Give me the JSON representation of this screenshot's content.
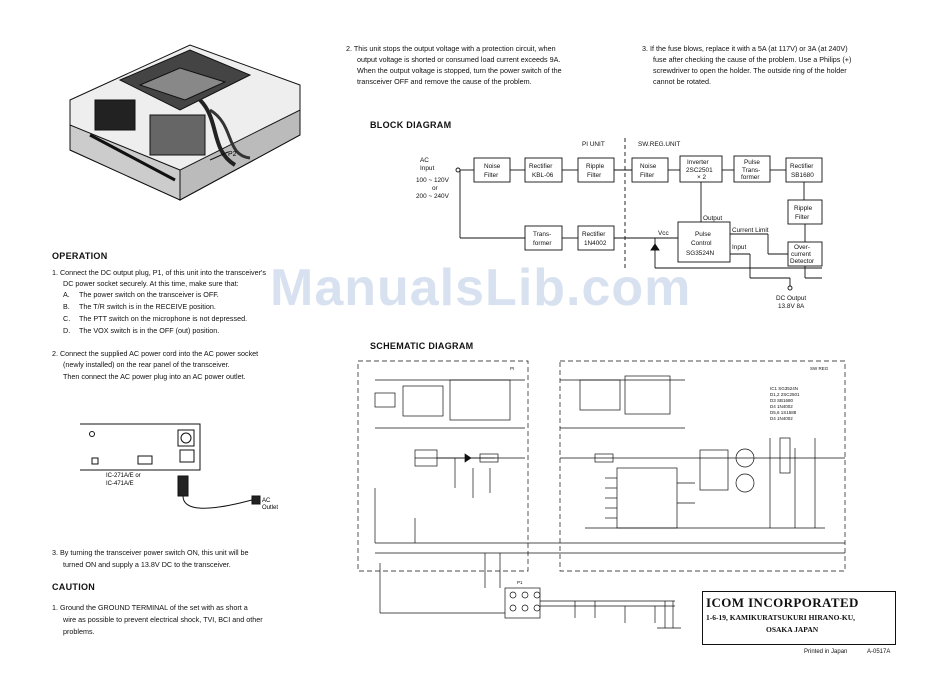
{
  "photo": {
    "label": "P2"
  },
  "operation": {
    "heading": "OPERATION",
    "step1_line1": "1.  Connect the DC output plug, P1, of this unit into the transceiver's",
    "step1_line2": "DC power socket securely.  At this time, make sure that:",
    "checks": [
      {
        "letter": "A.",
        "text": "The power switch on the transceiver is OFF."
      },
      {
        "letter": "B.",
        "text": "The T/R switch is in the RECEIVE position."
      },
      {
        "letter": "C.",
        "text": "The PTT switch on the microphone is not depressed."
      },
      {
        "letter": "D.",
        "text": "The VOX switch is in the OFF (out) position."
      }
    ],
    "step2_line1": "2.  Connect the supplied AC power cord into the AC power socket",
    "step2_line2": "(newly installed) on the rear panel of the transceiver.",
    "step2_line3": "Then connect the AC power plug into an AC power outlet.",
    "illus_model1": "IC-271A/E or",
    "illus_model2": "IC-471A/E",
    "illus_ac1": "AC",
    "illus_ac2": "Outlet",
    "step3_line1": "3.  By turning the transceiver power switch ON, this unit will be",
    "step3_line2": "turned ON and supply a 13.8V DC to the transceiver."
  },
  "caution": {
    "heading": "CAUTION",
    "line1": "1.  Ground the GROUND TERMINAL of the set with as short a",
    "line2": "wire as possible to prevent electrical shock, TVI, BCI and other",
    "line3": "problems.",
    "p2_line1": "2.  This unit stops the output voltage with a protection circuit, when",
    "p2_line2": "output voltage is shorted or consumed load current exceeds 9A.",
    "p2_line3": "When the output voltage is stopped, turn the power switch of the",
    "p2_line4": "transceiver OFF and remove the cause of the problem.",
    "p3_line1": "3.  If the fuse blows, replace it with a 5A (at 117V) or 3A (at 240V)",
    "p3_line2": "fuse after checking the cause of the problem.  Use a Philips (+)",
    "p3_line3": "screwdriver to open the holder.  The outside ring of the holder",
    "p3_line4": "cannot be rotated."
  },
  "block": {
    "heading": "BLOCK DIAGRAM",
    "pi_unit": "PI UNIT",
    "sw_unit": "SW.REG.UNIT",
    "ac_input": "AC",
    "ac_input2": "Input",
    "v1": "100 ~ 120V",
    "or": "or",
    "v2": "200 ~ 240V",
    "noise1a": "Noise",
    "noise1b": "Filter",
    "rect1a": "Rectifier",
    "rect1b": "KBL-06",
    "ripple1a": "Ripple",
    "ripple1b": "Filter",
    "noise2a": "Noise",
    "noise2b": "Filter",
    "inv_a": "Inverter",
    "inv_b": "2SC2501",
    "inv_c": "× 2",
    "pt_a": "Pulse",
    "pt_b": "Trans-",
    "pt_c": "former",
    "rect3a": "Rectifier",
    "rect3b": "SB1680",
    "rip2a": "Ripple",
    "rip2b": "Filter",
    "trans_a": "Trans-",
    "trans_b": "former",
    "rect2a": "Rectifier",
    "rect2b": "1N4002",
    "vcc": "Vcc",
    "output": "Output",
    "climit": "Current Limit",
    "input": "Input",
    "pc_a": "Pulse",
    "pc_b": "Control",
    "pc_c": "SG3524N",
    "oc_a": "Over-",
    "oc_b": "current",
    "oc_c": "Detector",
    "dc_a": "DC Output",
    "dc_b": "13.8V 8A"
  },
  "schematic": {
    "heading": "SCHEMATIC DIAGRAM",
    "pi": "PI",
    "swreg": "SW REG",
    "ic_list": [
      "IC1  SG3524N",
      "D1,2  2SC2501",
      "D3  SB1680",
      "D4  1N4002",
      "D5,6  1S1588",
      "D4  1N4002"
    ],
    "p1": "P1"
  },
  "company": {
    "name": "ICOM INCORPORATED",
    "addr1": "1-6-19,  KAMIKURATSUKURI  HIRANO-KU,",
    "addr2": "OSAKA  JAPAN"
  },
  "footer": {
    "printed": "Printed in Japan",
    "code": "A-0517A"
  },
  "watermark": "ManualsLib.com"
}
